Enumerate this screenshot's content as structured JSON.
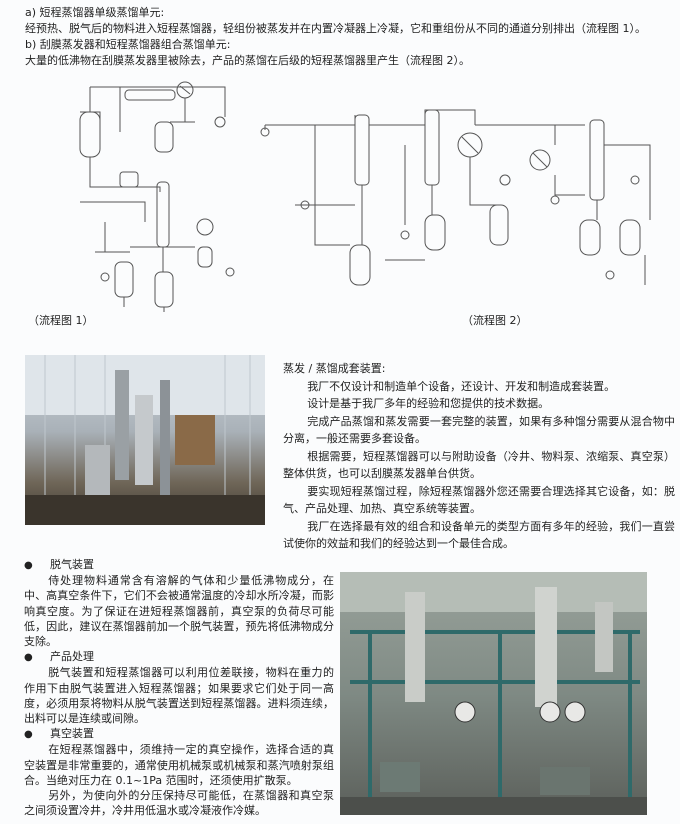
{
  "intro": {
    "a_title": "a) 短程蒸馏器单级蒸馏单元:",
    "a_text": "经预热、脱气后的物料进入短程蒸馏器，轻组份被蒸发并在内置冷凝器上冷凝，它和重组份从不同的通道分别排出（流程图 1）。",
    "b_title": "b) 刮膜蒸发器和短程蒸馏器组合蒸馏单元:",
    "b_text": "大量的低沸物在刮膜蒸发器里被除去，产品的蒸馏在后级的短程蒸馏器里产生（流程图 2）。"
  },
  "diagrams": {
    "caption1": "（流程图 1）",
    "caption2": "（流程图 2）"
  },
  "complete_set": {
    "title": "蒸发 / 蒸馏成套装置:",
    "paragraphs": [
      "我厂不仅设计和制造单个设备，还设计、开发和制造成套装置。",
      "设计是基于我厂多年的经验和您提供的技术数据。",
      "完成产品蒸馏和蒸发需要一套完整的装置，如果有多种馏分需要从混合物中分离，一般还需要多套设备。",
      "根据需要，短程蒸馏器可以与附助设备（冷井、物料泵、浓缩泵、真空泵）整体供货，也可以刮膜蒸发器单台供货。",
      "要实现短程蒸馏过程，除短程蒸馏器外您还需要合理选择其它设备，如：脱气、产品处理、加热、真空系统等装置。",
      "我厂在选择最有效的组合和设备单元的类型方面有多年的经验，我们一直尝试使你的效益和我们的经验达到一个最佳合成。"
    ]
  },
  "sections": [
    {
      "title": "脱气装置",
      "paragraphs": [
        "侍处理物料通常含有溶解的气体和少量低沸物成分，在中、高真空条件下，它们不会被通常温度的冷却水所冷凝，而影响真空度。为了保证在进短程蒸馏器前，真空泵的负荷尽可能低，因此，建议在蒸馏器前加一个脱气装置，预先将低沸物成分支除。"
      ]
    },
    {
      "title": "产品处理",
      "paragraphs": [
        "脱气装置和短程蒸馏器可以利用位差联接，物料在重力的作用下由脱气装置进入短程蒸馏器；如果要求它们处于同一高度，必须用泵将物料从脱气装置送到短程蒸馏器。进料须连续，出料可以是连续或间隙。"
      ]
    },
    {
      "title": "真空装置",
      "paragraphs": [
        "在短程蒸馏器中，须维持一定的真空操作，选择合适的真空装置是非常重要的，通常使用机械泵或机械泵和蒸汽喷射泵组合。当绝对压力在 0.1~1Pa 范围时，还须使用扩散泵。",
        "另外，为使向外的分压保持尽可能低，在蒸馏器和真空泵之间须设置冷井，冷井用低温水或冷凝液作冷媒。"
      ]
    }
  ]
}
